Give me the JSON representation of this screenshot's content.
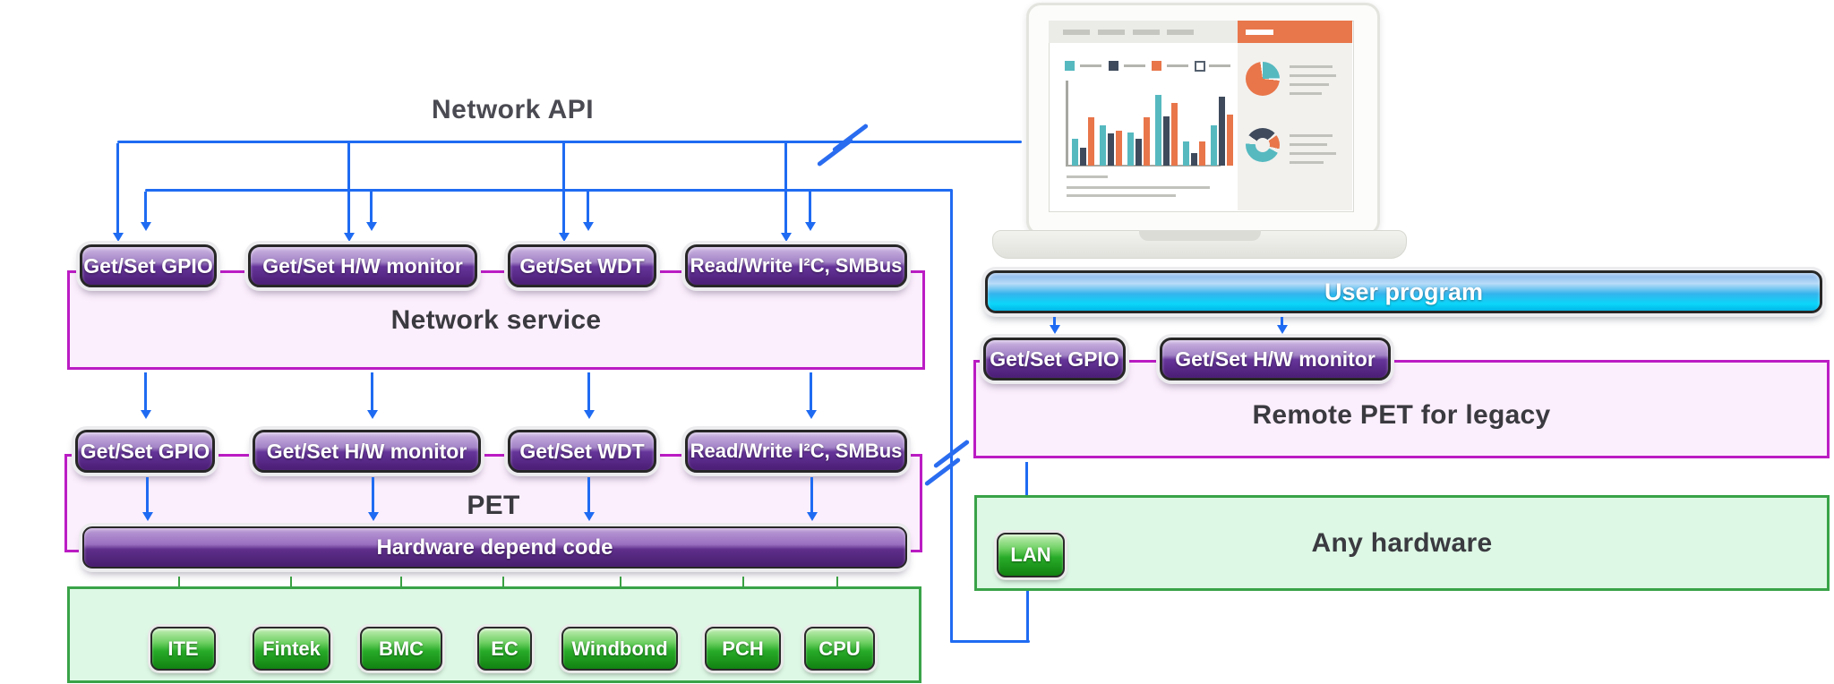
{
  "left": {
    "network_api_label": "Network API",
    "service_box_label": "Network service",
    "pet_box_label": "PET",
    "hardware_bar_label": "Hardware depend code",
    "service_pills": [
      "Get/Set GPIO",
      "Get/Set H/W monitor",
      "Get/Set WDT",
      "Read/Write I²C, SMBus"
    ],
    "pet_pills": [
      "Get/Set GPIO",
      "Get/Set H/W monitor",
      "Get/Set WDT",
      "Read/Write I²C, SMBus"
    ],
    "hardware_chips": [
      "ITE",
      "Fintek",
      "BMC",
      "EC",
      "Windbond",
      "PCH",
      "CPU"
    ]
  },
  "right": {
    "user_program_label": "User program",
    "pills": [
      "Get/Set GPIO",
      "Get/Set H/W monitor"
    ],
    "remote_box_label": "Remote PET for legacy",
    "any_hardware_label": "Any hardware",
    "lan_label": "LAN"
  },
  "colors": {
    "arrow_blue": "#1f6bf2",
    "magenta_border": "#bb1cc4",
    "pink_fill": "#fceffd",
    "green_border": "#39a348",
    "green_fill": "#ddf8e5",
    "pill_purple_dark": "#4a1d74",
    "chip_green_dark": "#118211",
    "user_bar_cyan": "#00c8f4"
  },
  "laptop": {
    "bar_colors": [
      "#56b9c0",
      "#3f4a5c",
      "#e8764a"
    ],
    "bar_groups": [
      [
        30,
        20,
        54
      ],
      [
        45,
        36,
        39
      ],
      [
        37,
        30,
        54
      ],
      [
        79,
        55,
        70
      ],
      [
        27,
        14,
        27
      ],
      [
        45,
        77,
        57
      ]
    ],
    "legend_colors": [
      "#56b9c0",
      "#3f4a5c",
      "#e8764a",
      "#ffffff"
    ]
  }
}
